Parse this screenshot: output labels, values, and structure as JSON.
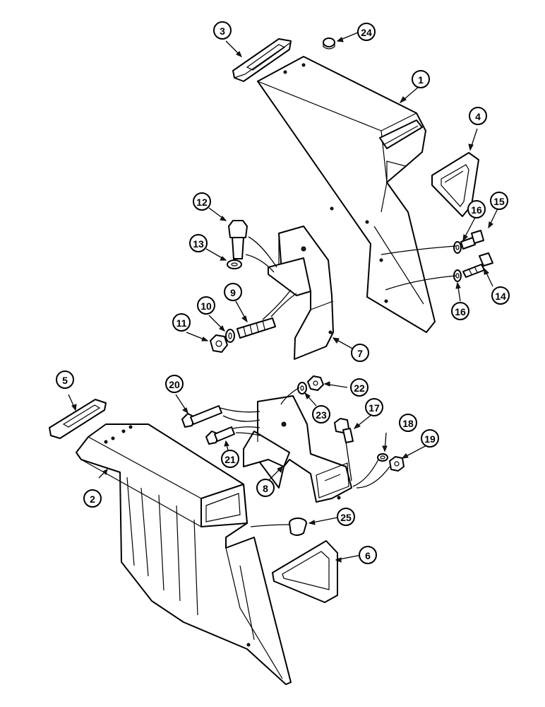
{
  "callouts": [
    {
      "id": "c1",
      "label": "1"
    },
    {
      "id": "c2",
      "label": "2"
    },
    {
      "id": "c3",
      "label": "3"
    },
    {
      "id": "c4",
      "label": "4"
    },
    {
      "id": "c5",
      "label": "5"
    },
    {
      "id": "c6",
      "label": "6"
    },
    {
      "id": "c7",
      "label": "7"
    },
    {
      "id": "c8",
      "label": "8"
    },
    {
      "id": "c9",
      "label": "9"
    },
    {
      "id": "c10",
      "label": "10"
    },
    {
      "id": "c11",
      "label": "11"
    },
    {
      "id": "c12",
      "label": "12"
    },
    {
      "id": "c13",
      "label": "13"
    },
    {
      "id": "c14",
      "label": "14"
    },
    {
      "id": "c15",
      "label": "15"
    },
    {
      "id": "c16a",
      "label": "16"
    },
    {
      "id": "c16b",
      "label": "16"
    },
    {
      "id": "c17",
      "label": "17"
    },
    {
      "id": "c18",
      "label": "18"
    },
    {
      "id": "c19",
      "label": "19"
    },
    {
      "id": "c20",
      "label": "20"
    },
    {
      "id": "c21",
      "label": "21"
    },
    {
      "id": "c22",
      "label": "22"
    },
    {
      "id": "c23",
      "label": "23"
    },
    {
      "id": "c24",
      "label": "24"
    },
    {
      "id": "c25",
      "label": "25"
    }
  ]
}
